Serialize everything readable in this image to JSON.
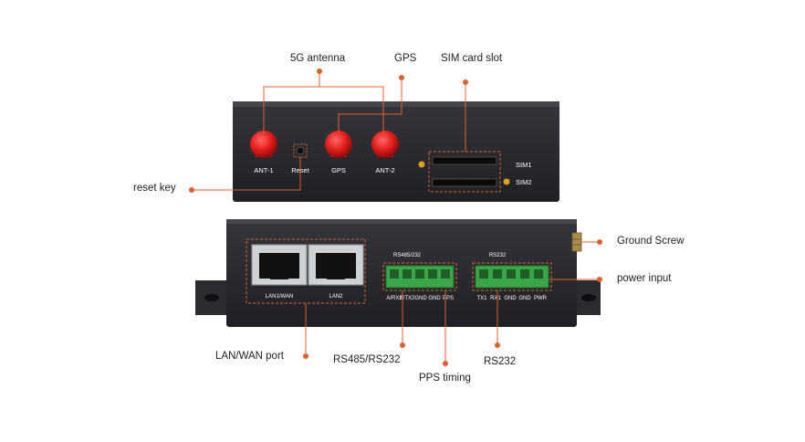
{
  "colors": {
    "accent": "#e0602c",
    "device_body": "#2a2b2f",
    "antenna_red": "#e61e1e",
    "terminal_green": "#3aa648",
    "led_yellow": "#d9a21b"
  },
  "callouts": {
    "antenna_5g": "5G antenna",
    "gps": "GPS",
    "sim_slot": "SIM card slot",
    "reset_key": "reset key",
    "ground_screw": "Ground Screw",
    "power_input": "power input",
    "lan_wan_port": "LAN/WAN port",
    "rs485_rs232": "RS485/RS232",
    "pps_timing": "PPS timing",
    "rs232": "RS232"
  },
  "front_panel": {
    "ant1": "ANT-1",
    "reset": "Reset",
    "gps": "GPS",
    "ant2": "ANT-2",
    "sim1": "SIM1",
    "sim2": "SIM2"
  },
  "rear_panel": {
    "lan1": "LAN1/WAN",
    "lan2": "LAN2",
    "rs485_header": "RS485/232",
    "rs232_header": "RS232",
    "pins_left": [
      "A/RX2",
      "B/TX2",
      "GND",
      "GND",
      "PPS"
    ],
    "pins_right": [
      "TX1",
      "RX1",
      "GND",
      "GND",
      "PWR"
    ]
  }
}
